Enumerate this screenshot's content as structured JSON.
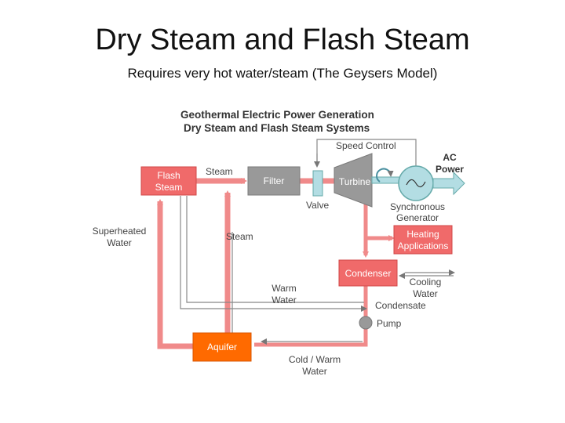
{
  "slide": {
    "title": "Dry Steam and Flash Steam",
    "subtitle": "Requires very hot water/steam (The Geysers Model)"
  },
  "diagram": {
    "heading_line1": "Geothermal Electric Power Generation",
    "heading_line2": "Dry Steam and Flash Steam Systems",
    "flash_steam_line1": "Flash",
    "flash_steam_line2": "Steam",
    "steam_top": "Steam",
    "filter": "Filter",
    "valve": "Valve",
    "turbine": "Turbine",
    "speed_control": "Speed Control",
    "ac_power_line1": "AC",
    "ac_power_line2": "Power",
    "sync_gen_line1": "Synchronous",
    "sync_gen_line2": "Generator",
    "heating_line1": "Heating",
    "heating_line2": "Applications",
    "superheated_line1": "Superheated",
    "superheated_line2": "Water",
    "steam_mid": "Steam",
    "condenser": "Condenser",
    "cooling_line1": "Cooling",
    "cooling_line2": "Water",
    "warm_line1": "Warm",
    "warm_line2": "Water",
    "condensate": "Condensate",
    "pump": "Pump",
    "aquifer": "Aquifer",
    "cold_line1": "Cold / Warm",
    "cold_line2": "Water"
  },
  "colors": {
    "pipe": "#f08a8a",
    "box_red": "#f06a6a",
    "box_grey": "#999999",
    "aquifer": "#ff6a00",
    "generator": "#b3dde3"
  }
}
